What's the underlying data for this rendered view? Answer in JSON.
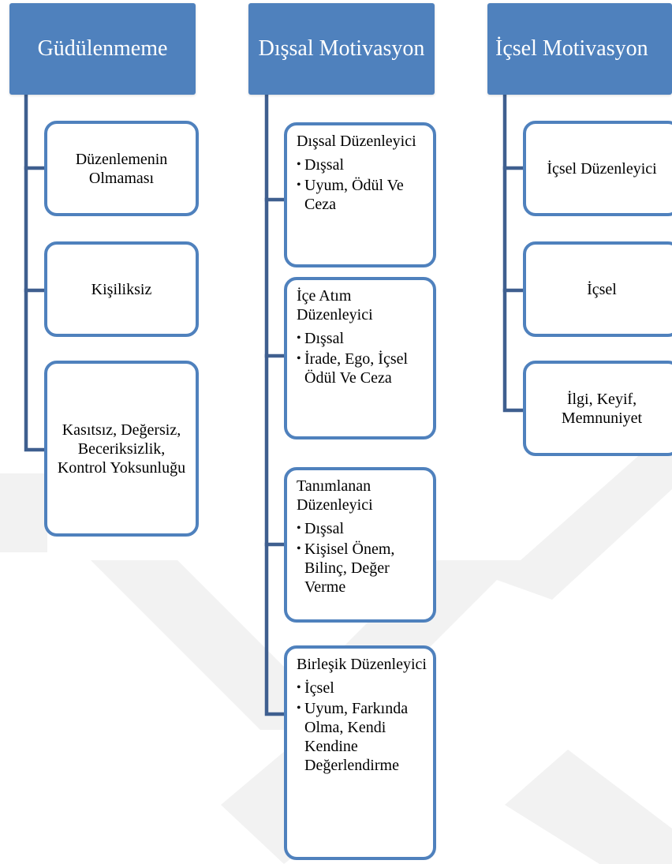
{
  "columns": [
    {
      "header": "Güdülenmeme",
      "items": [
        {
          "title": "Düzenlemenin Olmaması"
        },
        {
          "title": "Kişiliksiz"
        },
        {
          "title": "Kasıtsız, Değersiz, Beceriksizlik, Kontrol Yoksunluğu"
        }
      ]
    },
    {
      "header": "Dışsal Motivasyon",
      "items": [
        {
          "title": "Dışsal Düzenleyici",
          "bullets": [
            "Dışsal",
            "Uyum, Ödül Ve Ceza"
          ]
        },
        {
          "title": "İçe Atım Düzenleyici",
          "bullets": [
            "Dışsal",
            "İrade, Ego, İçsel Ödül Ve Ceza"
          ]
        },
        {
          "title": "Tanımlanan Düzenleyici",
          "bullets": [
            "Dışsal",
            "Kişisel Önem, Bilinç, Değer Verme"
          ]
        },
        {
          "title": "Birleşik Düzenleyici",
          "bullets": [
            "İçsel",
            "Uyum, Farkında Olma, Kendi Kendine Değerlendirme"
          ]
        }
      ]
    },
    {
      "header": "İçsel Motivasyon",
      "items": [
        {
          "title": "İçsel Düzenleyici"
        },
        {
          "title": "İçsel"
        },
        {
          "title": "İlgi, Keyif, Memnuniyet"
        }
      ]
    }
  ],
  "colors": {
    "header_fill": "#4f81bd",
    "card_border": "#4f81bd",
    "connector": "#3f5f8f",
    "watermark": "#f2f2f2"
  }
}
